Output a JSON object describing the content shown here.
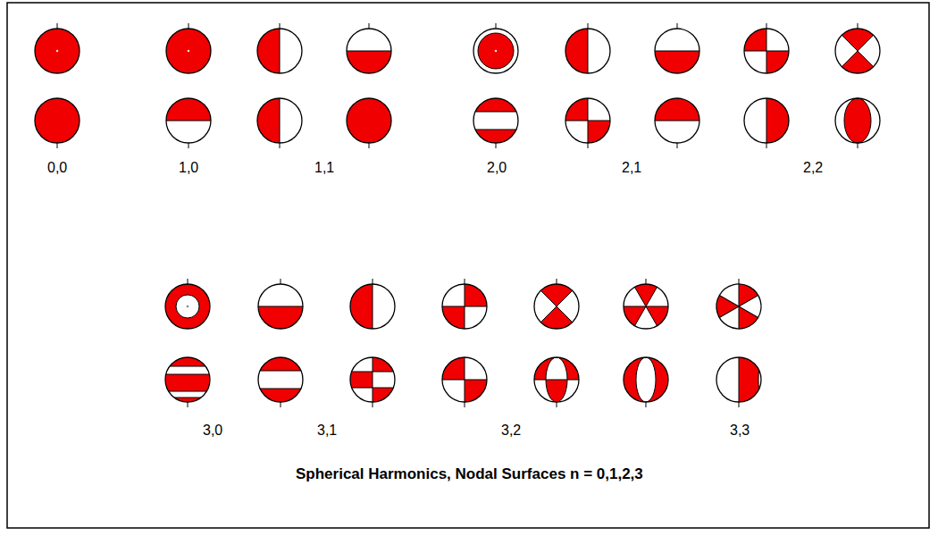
{
  "diagram": {
    "title": "Spherical Harmonics, Nodal Surfaces n = 0,1,2,3",
    "labels": [
      "0,0",
      "1,0",
      "1,1",
      "2,0",
      "2,1",
      "2,2",
      "3,0",
      "3,1",
      "3,2",
      "3,3"
    ]
  }
}
